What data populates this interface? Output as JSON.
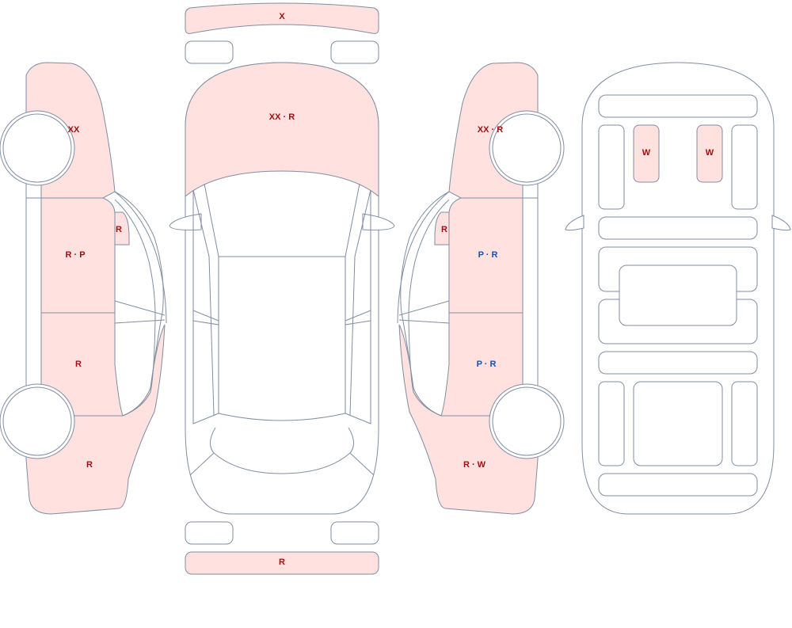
{
  "colors": {
    "damage_fill": "#ffe1df",
    "outline": "#7f8ea3",
    "label_red": "#a01010",
    "label_blue": "#1a4fb0",
    "background": "#ffffff"
  },
  "left_side": {
    "front_fender": "XX",
    "mirror": "R",
    "front_door": "R · P",
    "rear_door": "R",
    "rear_quarter": "R"
  },
  "top_view": {
    "front_bumper": "X",
    "hood": "XX · R",
    "rear_bumper": "R"
  },
  "right_side": {
    "front_fender": "XX · R",
    "mirror": "R",
    "front_door": "P · R",
    "rear_door": "P · R",
    "rear_quarter": "R · W"
  },
  "underbody": {
    "shock_left": "W",
    "shock_right": "W"
  }
}
